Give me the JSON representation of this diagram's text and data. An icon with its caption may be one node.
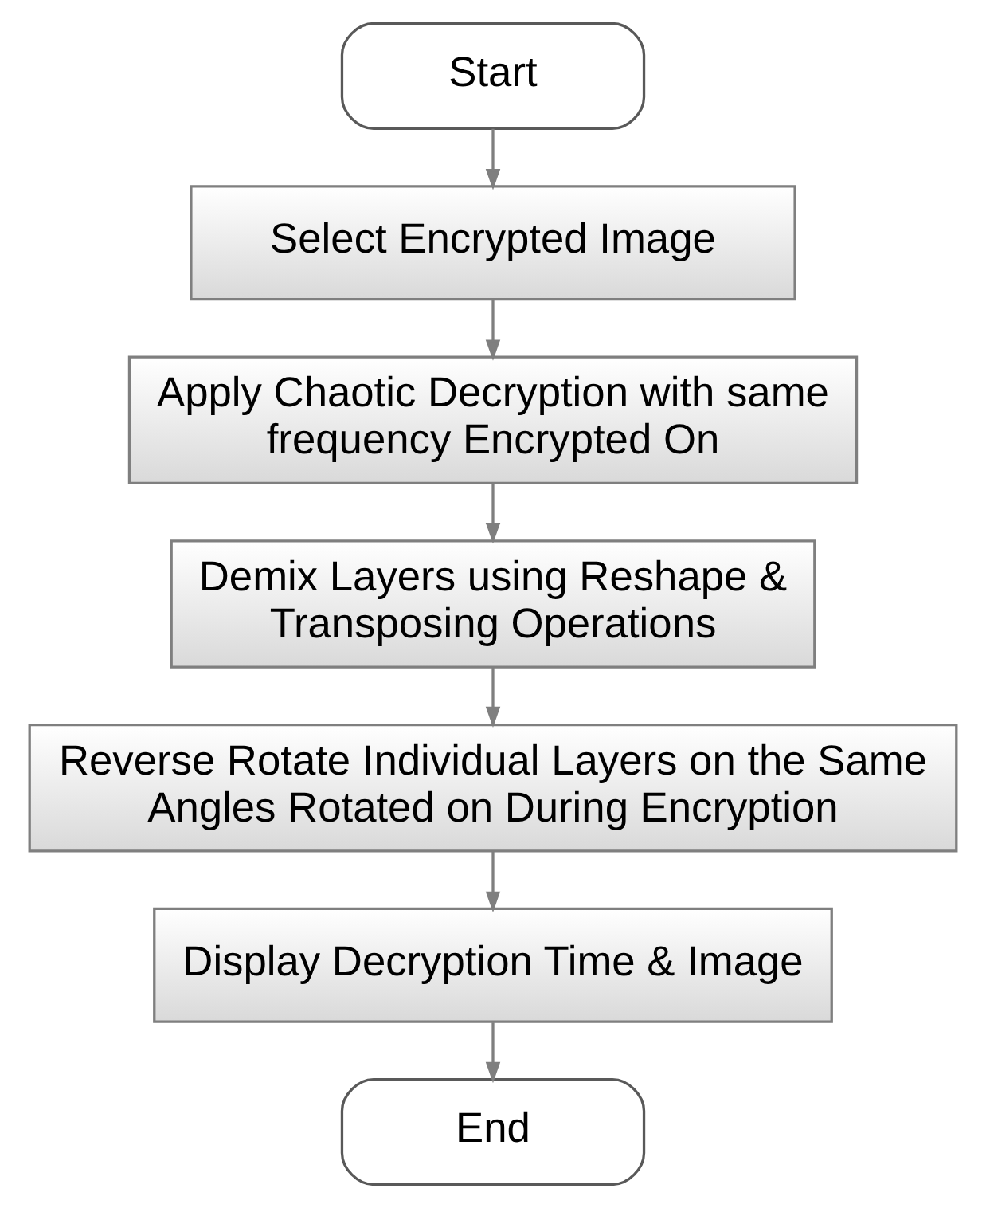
{
  "diagram": {
    "nodes": [
      {
        "text": [
          "Start"
        ]
      },
      {
        "text": [
          "Select Encrypted Image"
        ]
      },
      {
        "text": [
          "Apply Chaotic Decryption with same frequency Encrypted On"
        ]
      },
      {
        "text": [
          "Demix Layers using Reshape & Transposing Operations"
        ]
      },
      {
        "text": [
          "Reverse Rotate Individual Layers on the Same Angles Rotated on During Encryption"
        ]
      },
      {
        "text": [
          "Display Decryption Time & Image"
        ]
      },
      {
        "text": [
          "End"
        ]
      }
    ],
    "edges": [
      {
        "from": 0,
        "to": 1,
        "arrow": "to"
      },
      {
        "from": 1,
        "to": 2,
        "arrow": "to"
      },
      {
        "from": 2,
        "to": 3,
        "arrow": "to"
      },
      {
        "from": 3,
        "to": 4,
        "arrow": "to"
      },
      {
        "from": 4,
        "to": 5,
        "arrow": "to"
      },
      {
        "from": 5,
        "to": 6,
        "arrow": "to"
      }
    ]
  }
}
